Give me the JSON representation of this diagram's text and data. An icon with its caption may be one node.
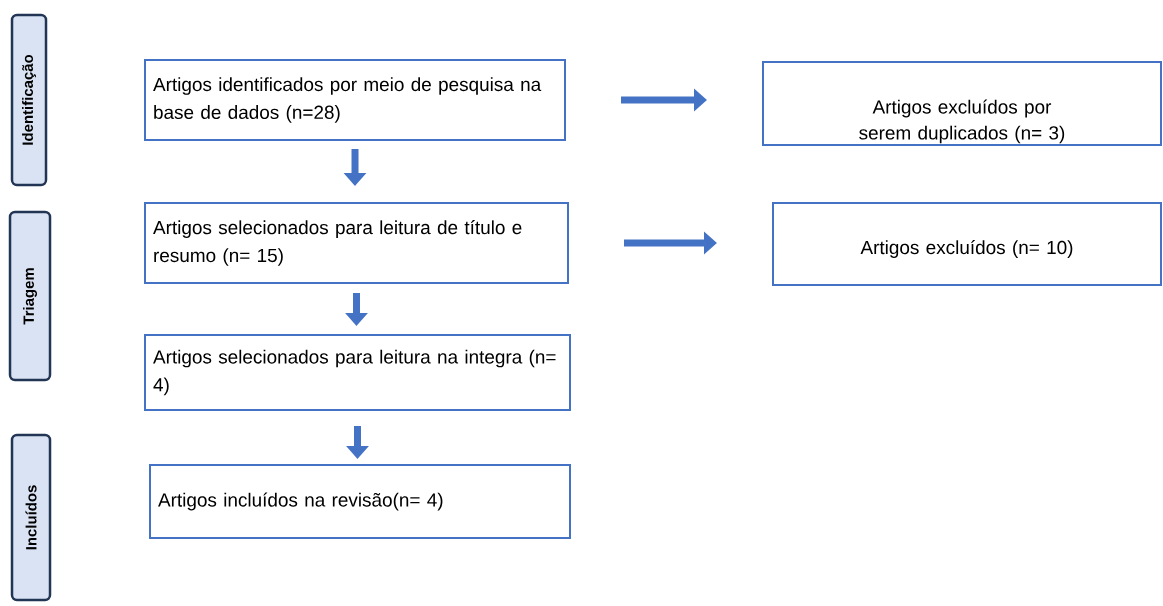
{
  "diagram": {
    "nodes": [
      {
        "text": [
          "Identificação"
        ]
      },
      {
        "text": [
          "Artigos identificados por meio de pesquisa na base de dados (n=28)"
        ]
      },
      {
        "text": [
          "Artigos excluídos por serem duplicados (n= 3)"
        ]
      },
      {
        "text": [
          "Triagem"
        ]
      },
      {
        "text": [
          "Artigos selecionados para leitura de título e resumo (n= 15)"
        ]
      },
      {
        "text": [
          "Artigos excluídos (n= 10)"
        ]
      },
      {
        "text": [
          "Artigos selecionados para leitura na integra (n= 4)"
        ]
      },
      {
        "text": [
          "Incluídos"
        ]
      },
      {
        "text": [
          "Artigos incluídos na revisão(n= 4)"
        ]
      }
    ],
    "edges": [
      {
        "from": 1,
        "to": 2,
        "arrow": "to"
      },
      {
        "from": 1,
        "to": 4,
        "arrow": "to"
      },
      {
        "from": 4,
        "to": 5,
        "arrow": "to"
      },
      {
        "from": 4,
        "to": 6,
        "arrow": "to"
      },
      {
        "from": 6,
        "to": 8,
        "arrow": "to"
      }
    ]
  }
}
